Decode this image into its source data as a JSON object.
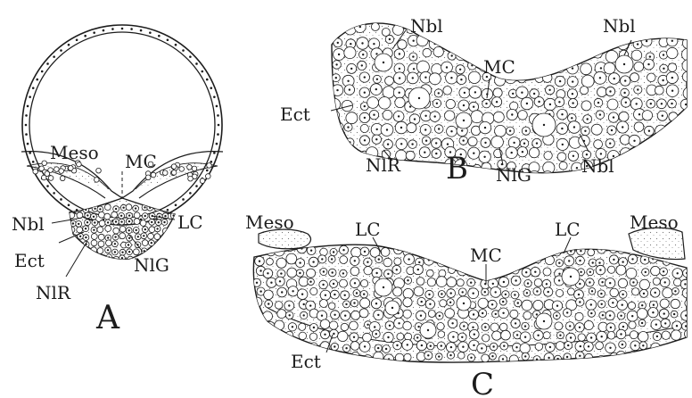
{
  "panels": [
    {
      "id": "A",
      "label": "A"
    },
    {
      "id": "B",
      "label": "B"
    },
    {
      "id": "C",
      "label": "C"
    }
  ],
  "labels": {
    "a_meso": "Meso",
    "a_mc": "MC",
    "a_nbl": "Nbl",
    "a_lc": "LC",
    "a_ect": "Ect",
    "a_nlg": "NlG",
    "a_nlr": "NlR",
    "b_nbl_top": "Nbl",
    "b_nbl_right_top": "Nbl",
    "b_mc": "MC",
    "b_ect": "Ect",
    "b_nlr": "NlR",
    "b_nlg": "NlG",
    "b_nbl_bottom": "Nbl",
    "c_meso_left": "Meso",
    "c_meso_right": "Meso",
    "c_lc_left": "LC",
    "c_lc_right": "LC",
    "c_mc": "MC",
    "c_ect": "Ect"
  },
  "colors": {
    "ink": "#1c1c1c",
    "stipple": "#6a6a6a",
    "paper": "#ffffff"
  }
}
